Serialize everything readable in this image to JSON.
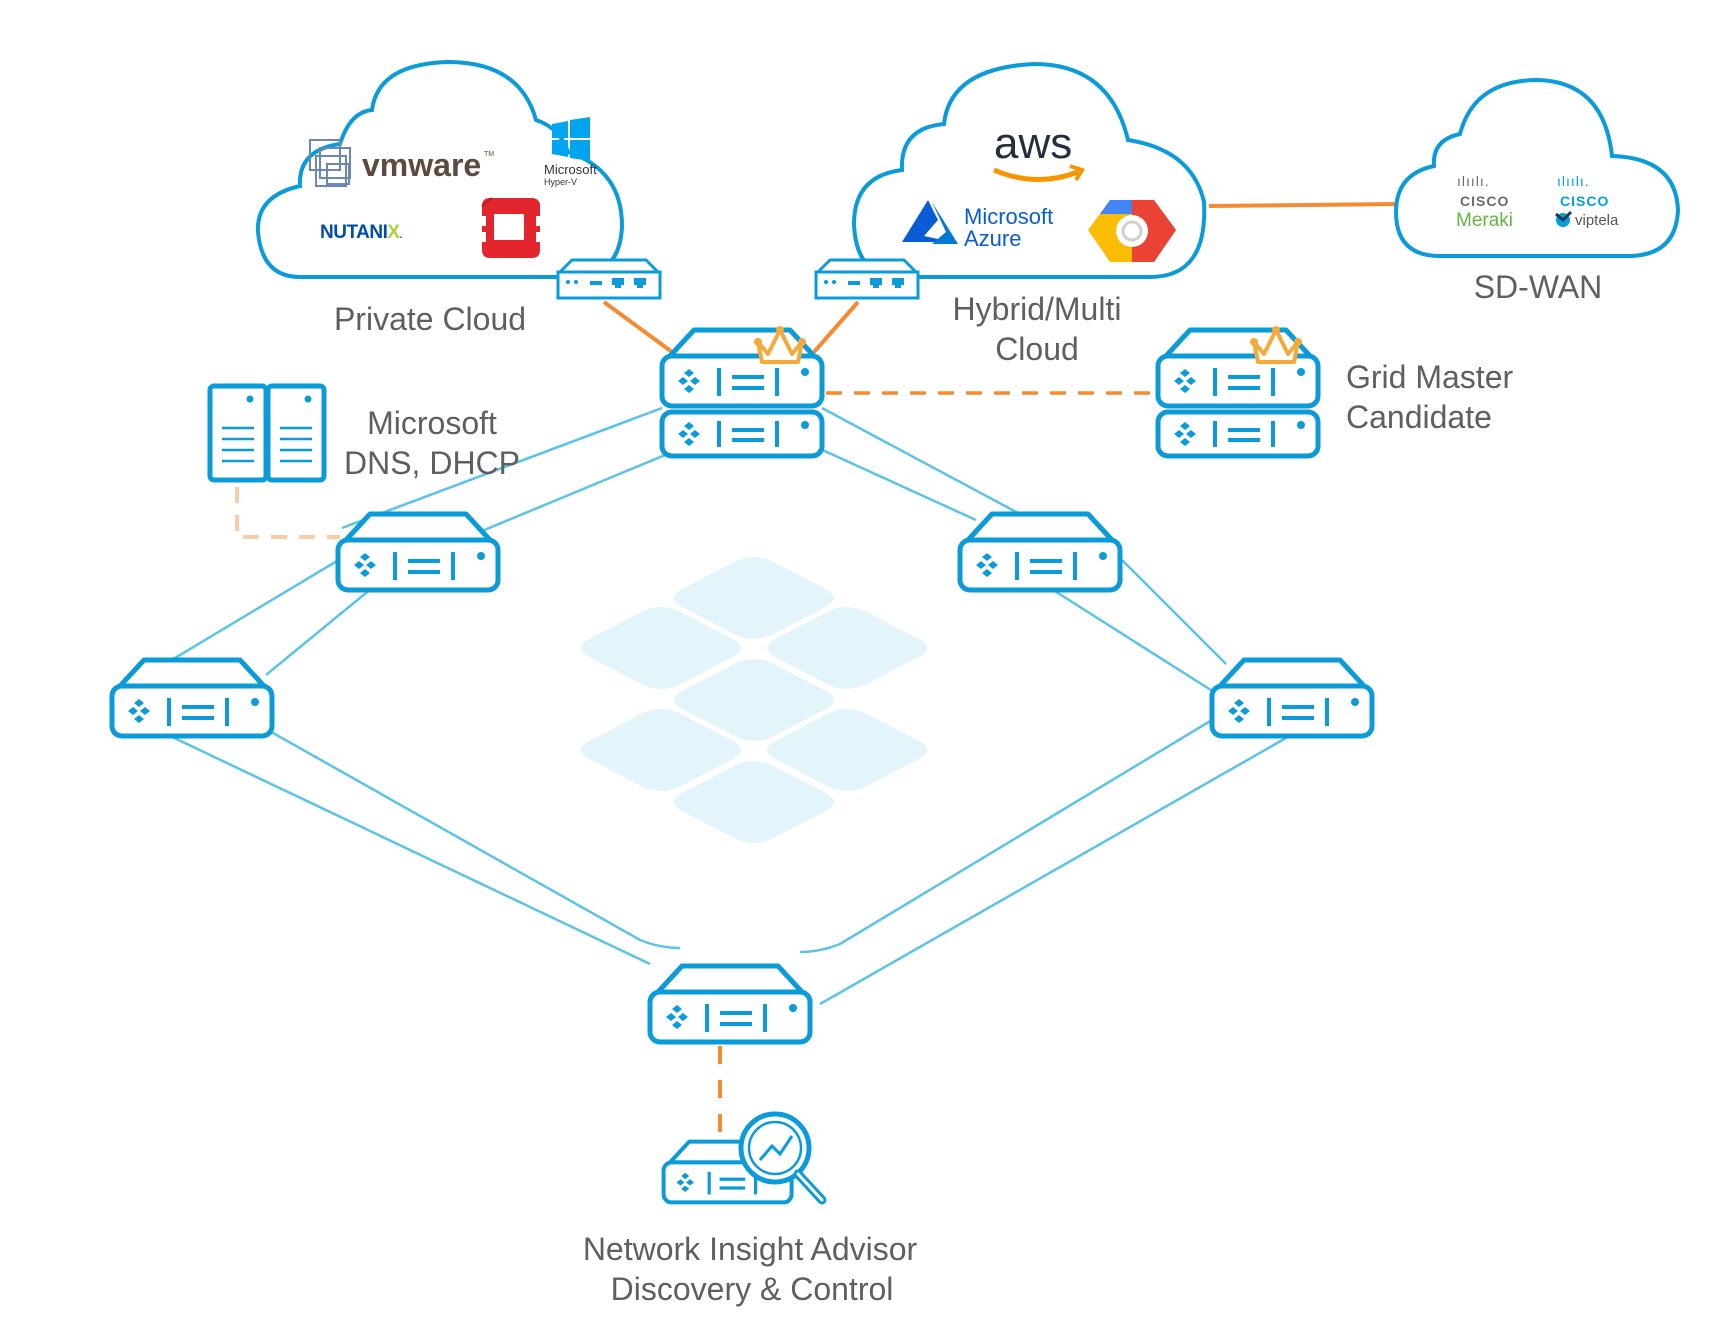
{
  "colors": {
    "blue": "#0b9bd9",
    "light_blue_link": "#5bc3e6",
    "orange": "#f58a33",
    "orange_faded": "#f9cba6",
    "gold": "#f5a93a",
    "watermark": "#e3f5fb",
    "label_gray": "#5f5f5f"
  },
  "labels": {
    "private_cloud": "Private Cloud",
    "hybrid_1": "Hybrid/Multi",
    "hybrid_2": "Cloud",
    "sdwan": "SD-WAN",
    "grid_1": "Grid Master",
    "grid_2": "Candidate",
    "ms_1": "Microsoft",
    "ms_2": "DNS, DHCP",
    "nia_1": "Network Insight Advisor",
    "nia_2": "Discovery & Control"
  },
  "private_cloud_logos": {
    "vmware": "vmware",
    "tm": "TM",
    "hyperv_1": "Microsoft",
    "hyperv_2": "Hyper-V",
    "nutanix_a": "NUTANI",
    "nutanix_b": "X",
    "nutanix_c": "."
  },
  "hybrid_cloud_logos": {
    "aws": "aws",
    "azure_1": "Microsoft",
    "azure_2": "Azure"
  },
  "sdwan_logos": {
    "cisco_bars": "ılıılı.",
    "cisco_1": "CISCO",
    "meraki": "Meraki",
    "cisco_2": "CISCO",
    "viptela": "viptela"
  }
}
